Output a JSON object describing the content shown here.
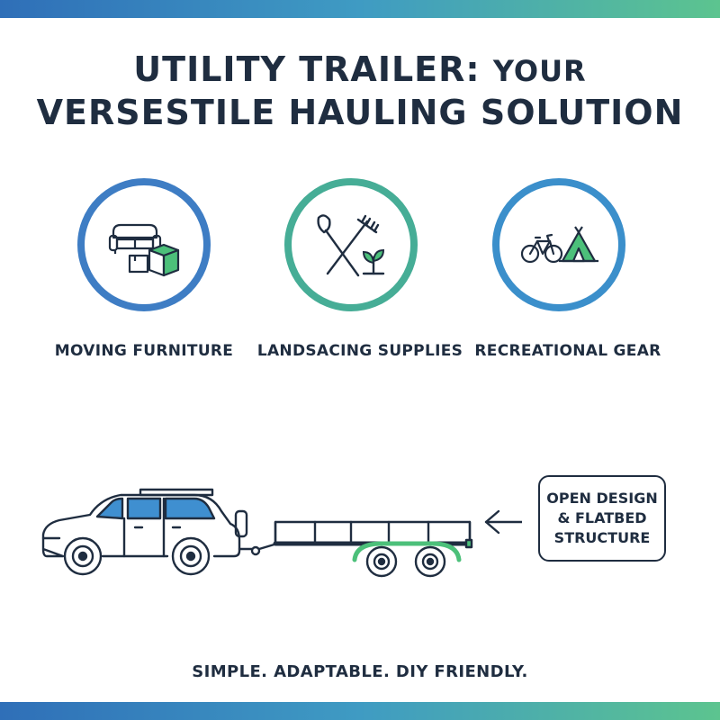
{
  "header": {
    "title_line1_a": "UTILITY TRAILER:",
    "title_line1_b": "YOUR",
    "title_line2": "VERSESTILE HAULING SOLUTION"
  },
  "uses": [
    {
      "label": "MOVING FURNITURE",
      "icon": "sofa-and-boxes-icon"
    },
    {
      "label": "LANDSACING SUPPLIES",
      "icon": "shovel-rake-plant-icon"
    },
    {
      "label": "RECREATIONAL GEAR",
      "icon": "bicycle-and-tent-icon"
    }
  ],
  "callout": {
    "line1": "OPEN DESIGN",
    "line2": "& FLATBED",
    "line3": "STRUCTURE"
  },
  "tagline": "SIMPLE. ADAPTABLE. DIY FRIENDLY.",
  "colors": {
    "navy": "#1f2d40",
    "blue": "#3e7dc4",
    "teal": "#46ad96",
    "green": "#4cc07a"
  }
}
